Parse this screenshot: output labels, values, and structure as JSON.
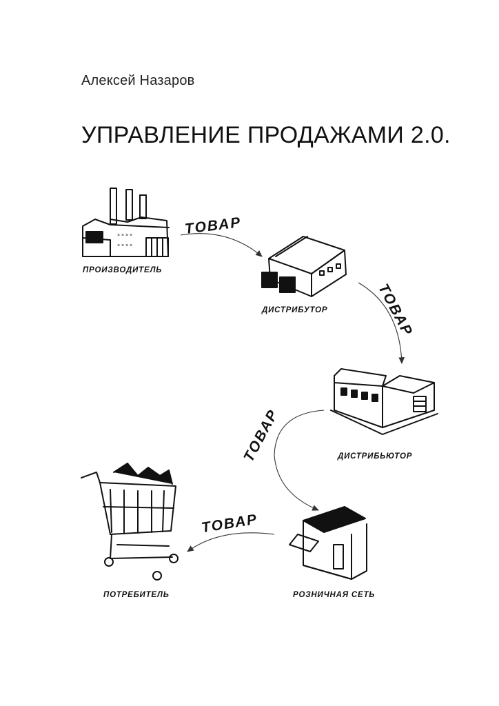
{
  "book": {
    "author": "Алексей Назаров",
    "title": "УПРАВЛЕНИЕ ПРОДАЖАМИ 2.0."
  },
  "diagram": {
    "nodes": [
      {
        "id": "manufacturer",
        "label": "ПРОИЗВОДИТЕЛЬ",
        "icon": "factory-icon"
      },
      {
        "id": "distributor-1",
        "label": "ДИСТРИБУТОР",
        "icon": "warehouse-icon"
      },
      {
        "id": "distributor-2",
        "label": "ДИСТРИБЬЮТОР",
        "icon": "hangar-icon"
      },
      {
        "id": "retail",
        "label": "РОЗНИЧНАЯ СЕТЬ",
        "icon": "store-icon"
      },
      {
        "id": "consumer",
        "label": "ПОТРЕБИТЕЛЬ",
        "icon": "shopping-cart-icon"
      }
    ],
    "edges": [
      {
        "from": "manufacturer",
        "to": "distributor-1",
        "label": "ТОВАР"
      },
      {
        "from": "distributor-1",
        "to": "distributor-2",
        "label": "ТОВАР"
      },
      {
        "from": "distributor-2",
        "to": "retail",
        "label": "ТОВАР"
      },
      {
        "from": "retail",
        "to": "consumer",
        "label": "ТОВАР"
      }
    ]
  }
}
